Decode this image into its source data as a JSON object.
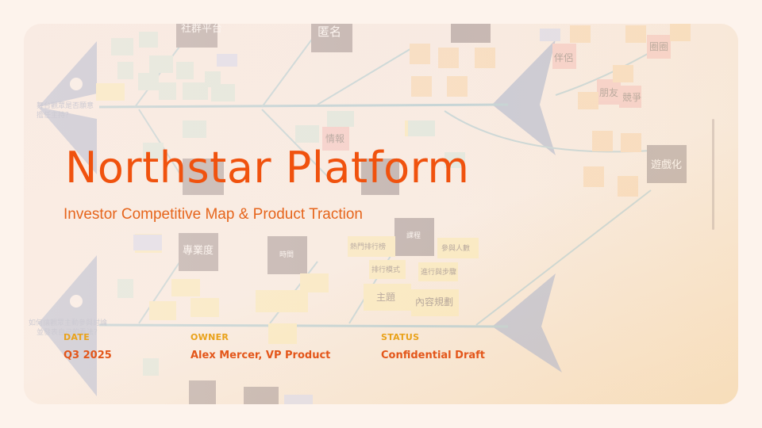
{
  "slide": {
    "title": "Northstar Platform",
    "subtitle": "Investor Competitive Map & Product Traction",
    "meta": [
      {
        "label": "DATE",
        "value": "Q3 2025"
      },
      {
        "label": "OWNER",
        "value": "Alex Mercer, VP Product"
      },
      {
        "label": "STATUS",
        "value": "Confidential Draft"
      }
    ]
  },
  "background_notes": {
    "social_platform": "社群平台",
    "anonymous": "匿名",
    "gamification": "遊戲化",
    "friends": "朋友",
    "professionalism": "專業度",
    "time": "時間",
    "topic": "主題",
    "content_planning": "內容規劃",
    "course": "課程",
    "partner": "伴侶",
    "circle": "圈圈",
    "competition": "競爭",
    "info": "情報",
    "trending": "熱門排行榜",
    "participants": "參與人數",
    "ranking_mode": "排行模式",
    "process_steps": "進行與步驟",
    "question_top": "舞台觀眾是否願意擔任主持？",
    "question_bottom": "如何讓觀眾主動參與討論並發表自己的看法？"
  },
  "colors": {
    "accent": "#f0520e",
    "meta_label": "#e9a21a",
    "meta_value": "#e3561a",
    "fish_fill": "#9aa7c7",
    "note_yellow": "#fbe9a6",
    "note_pink": "#f4b6b2",
    "note_orange": "#f8cfa0",
    "note_gray": "#8e7f7f"
  }
}
